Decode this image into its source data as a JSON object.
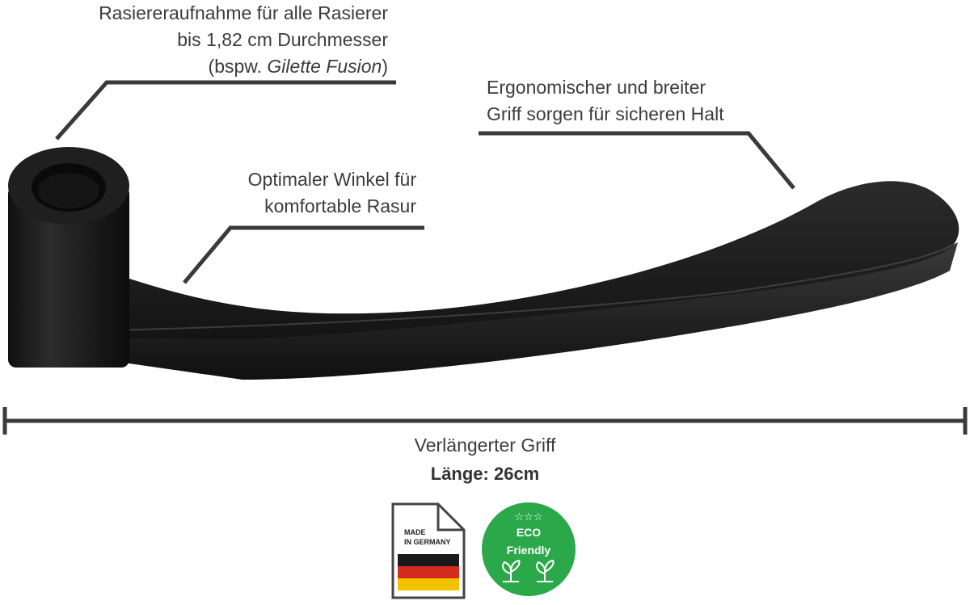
{
  "callouts": {
    "holder": {
      "line1": "Rasiereraufnahme für alle Rasierer",
      "line2": "bis 1,82 cm Durchmesser",
      "line3_prefix": "(bspw. ",
      "line3_italic": "Gilette Fusion",
      "line3_suffix": ")"
    },
    "angle": {
      "line1": "Optimaler Winkel für",
      "line2": "komfortable Rasur"
    },
    "grip": {
      "line1": "Ergonomischer und breiter",
      "line2": "Griff sorgen für sicheren Halt"
    }
  },
  "length": {
    "title": "Verlängerter Griff",
    "value": "Länge: 26cm"
  },
  "badges": {
    "made_in": {
      "line1": "MADE",
      "line2": "IN GERMANY",
      "flag_colors": [
        "#1a1a1a",
        "#d52b1e",
        "#f2c200"
      ]
    },
    "eco": {
      "stars": "☆☆☆",
      "line1": "ECO",
      "line2": "Friendly",
      "color": "#2aa84a"
    }
  },
  "colors": {
    "product": "#1c1c1c",
    "lines": "#3a3a3a"
  }
}
